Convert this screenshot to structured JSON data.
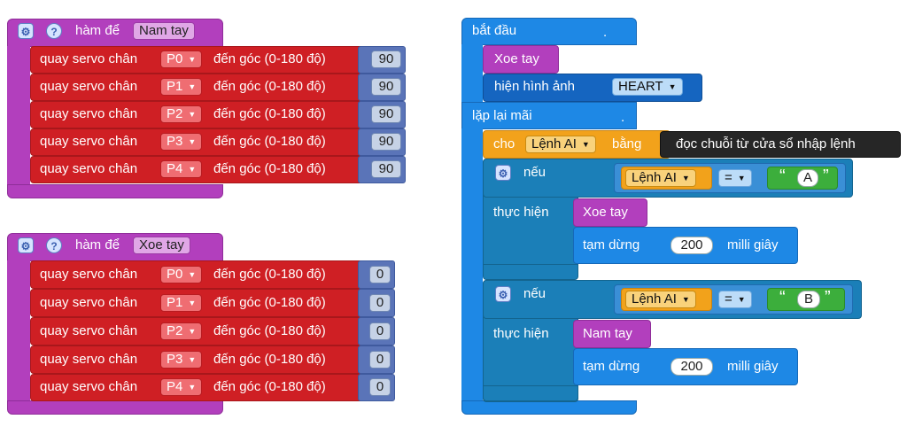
{
  "left_blocks": [
    {
      "header_prefix": "hàm để",
      "name": "Nam tay",
      "rows": [
        {
          "label": "quay servo chân",
          "pin": "P0",
          "suffix": "đến góc (0-180 độ)",
          "value": "90"
        },
        {
          "label": "quay servo chân",
          "pin": "P1",
          "suffix": "đến góc (0-180 độ)",
          "value": "90"
        },
        {
          "label": "quay servo chân",
          "pin": "P2",
          "suffix": "đến góc (0-180 độ)",
          "value": "90"
        },
        {
          "label": "quay servo chân",
          "pin": "P3",
          "suffix": "đến góc (0-180 độ)",
          "value": "90"
        },
        {
          "label": "quay servo chân",
          "pin": "P4",
          "suffix": "đến góc (0-180 độ)",
          "value": "90"
        }
      ]
    },
    {
      "header_prefix": "hàm để",
      "name": "Xoe tay",
      "rows": [
        {
          "label": "quay servo chân",
          "pin": "P0",
          "suffix": "đến góc (0-180 độ)",
          "value": "0"
        },
        {
          "label": "quay servo chân",
          "pin": "P1",
          "suffix": "đến góc (0-180 độ)",
          "value": "0"
        },
        {
          "label": "quay servo chân",
          "pin": "P2",
          "suffix": "đến góc (0-180 độ)",
          "value": "0"
        },
        {
          "label": "quay servo chân",
          "pin": "P3",
          "suffix": "đến góc (0-180 độ)",
          "value": "0"
        },
        {
          "label": "quay servo chân",
          "pin": "P4",
          "suffix": "đến góc (0-180 độ)",
          "value": "0"
        }
      ]
    }
  ],
  "right": {
    "start_label": "bắt đầu",
    "start_dot": ".",
    "call_xoe": "Xoe tay",
    "show_image_label": "hiện hình ảnh",
    "show_image_value": "HEART",
    "forever_label": "lặp lại mãi",
    "forever_dot": ".",
    "set_label": "cho",
    "var_name": "Lệnh AI",
    "set_equals": "bằng",
    "read_label": "đọc chuỗi từ cửa sổ nhập lệnh",
    "if1": {
      "if_label": "nếu",
      "var": "Lệnh AI",
      "op": "=",
      "quote_open": "“",
      "letter": "A",
      "quote_close": "”",
      "do_label": "thực hiện",
      "call": "Xoe tay",
      "pause_label": "tạm dừng",
      "pause_value": "200",
      "pause_unit": "milli giây"
    },
    "if2": {
      "if_label": "nếu",
      "var": "Lệnh AI",
      "op": "=",
      "quote_open": "“",
      "letter": "B",
      "quote_close": "”",
      "do_label": "thực hiện",
      "call": "Nam tay",
      "pause_label": "tạm dừng",
      "pause_value": "200",
      "pause_unit": "milli giây"
    }
  },
  "icons": {
    "gear": "⚙",
    "help": "?",
    "caret": "▼"
  },
  "colors": {
    "function": "#b23fbd",
    "servo": "#cf1f24",
    "event": "#1e88e5",
    "variable": "#f2a21b"
  }
}
